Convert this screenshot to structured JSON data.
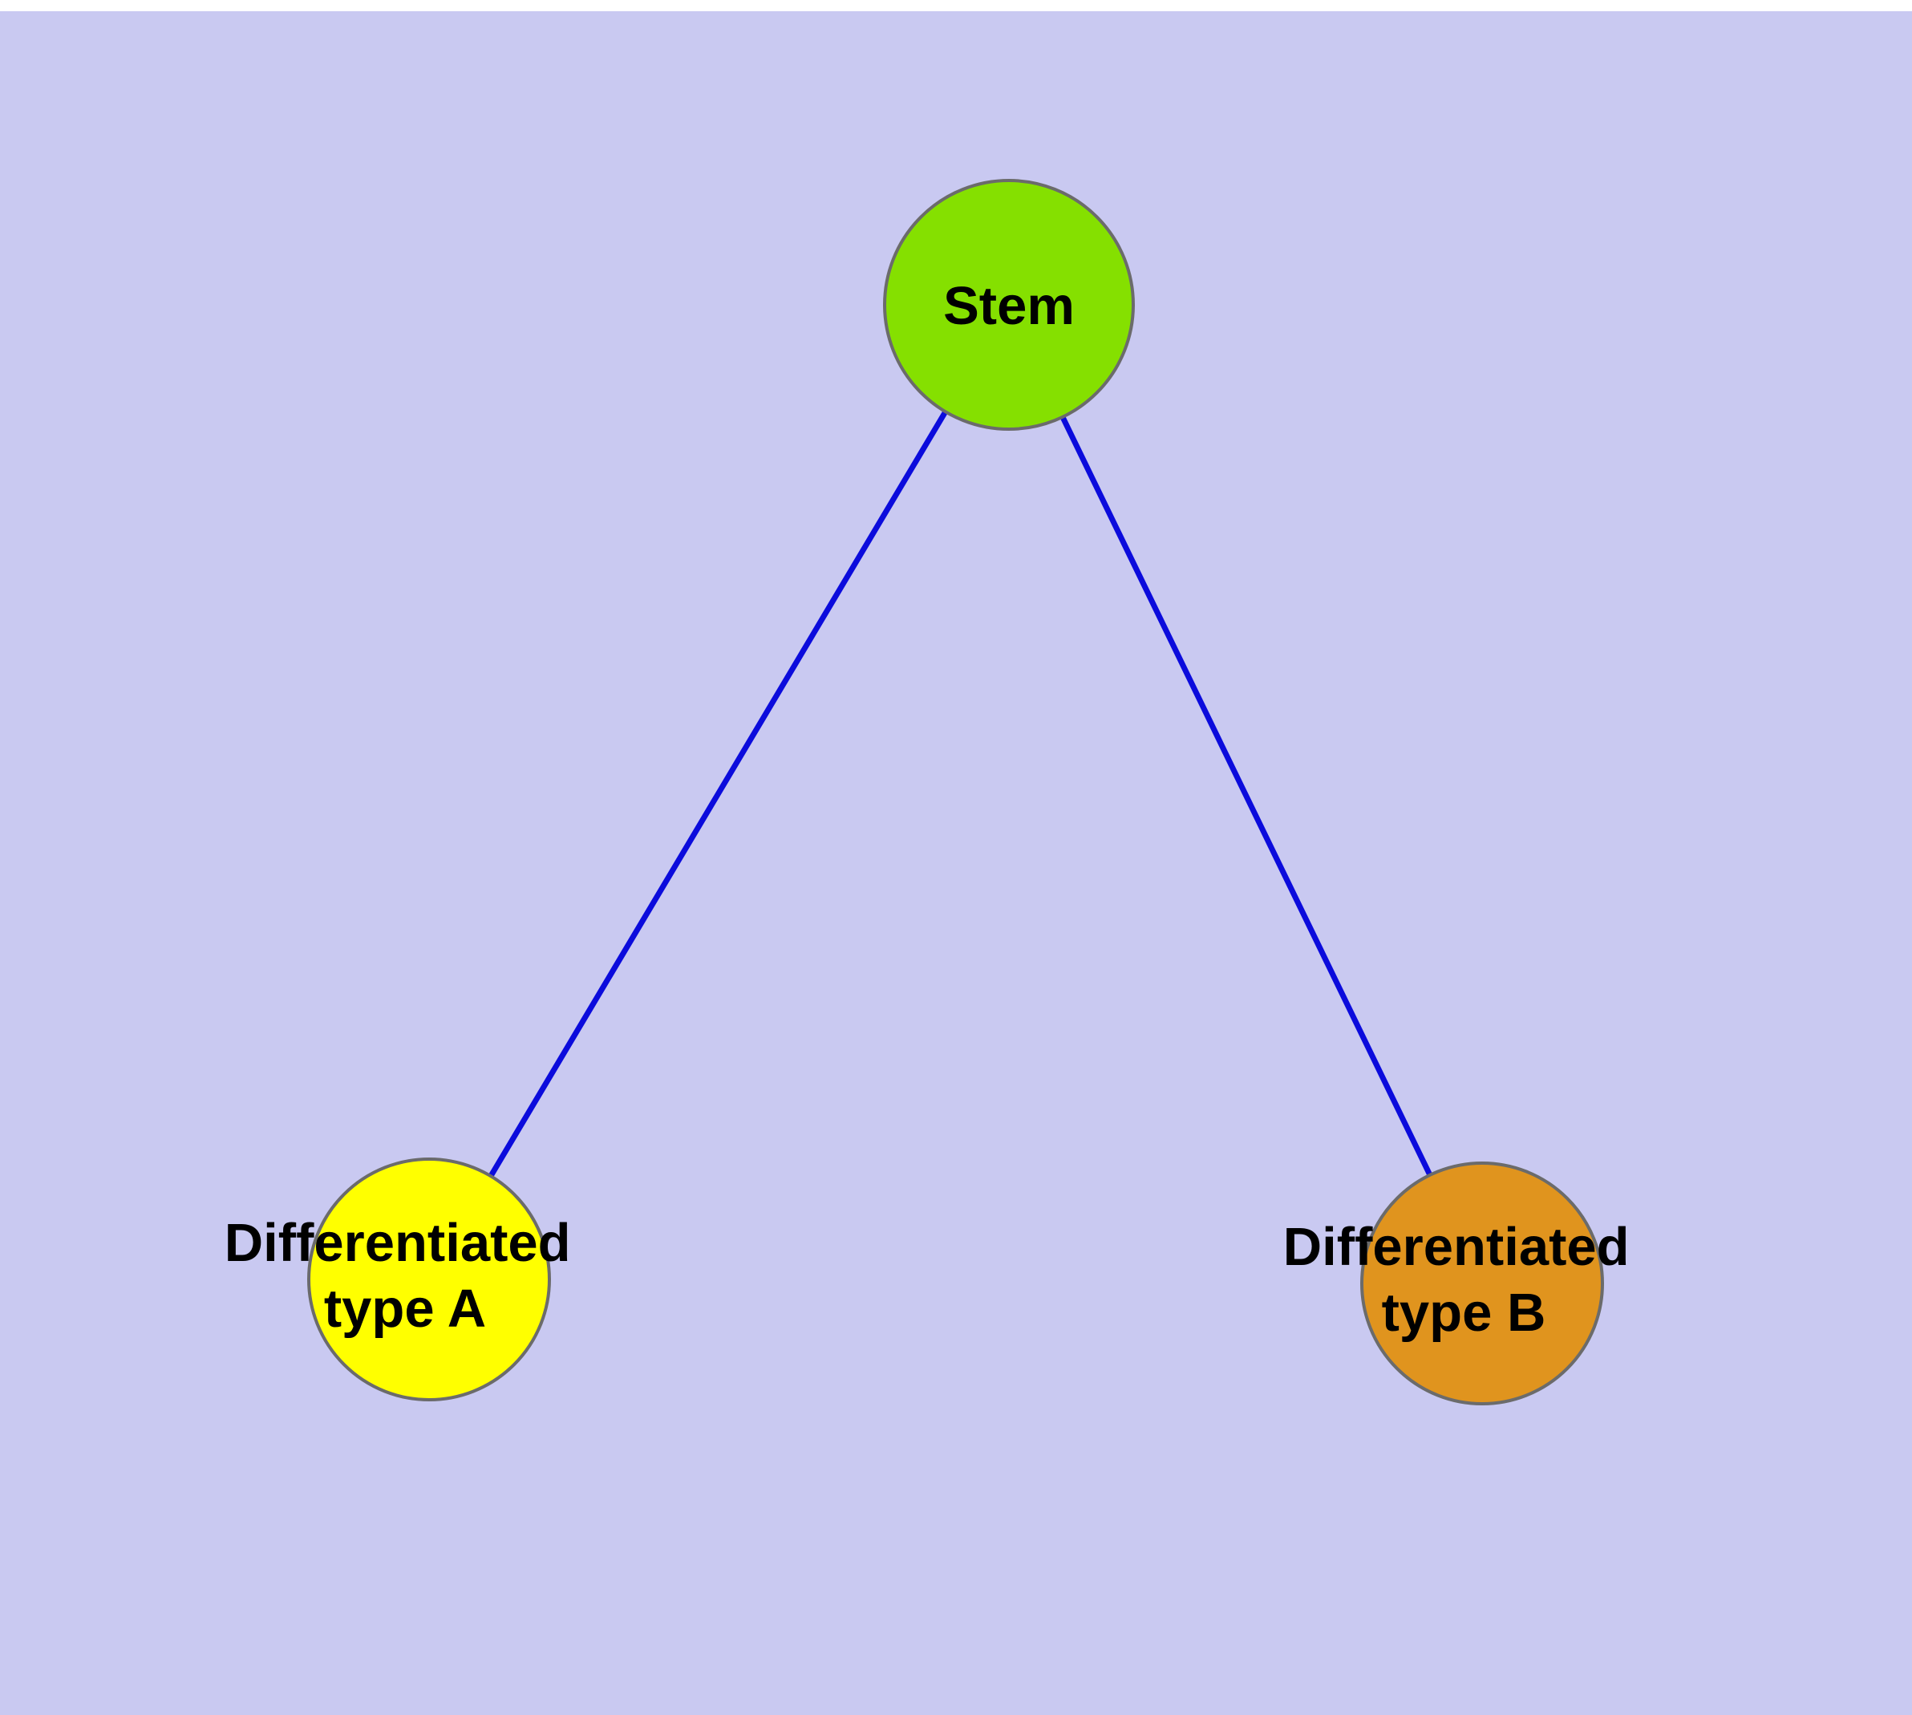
{
  "diagram": {
    "background": {
      "color": "#c9c9f1",
      "top_strip_color": "#ffffff"
    },
    "edge_color": "#0b0bdc",
    "nodes": {
      "stem": {
        "label": "Stem",
        "fill": "#85e000"
      },
      "type_a": {
        "label_line1": "Differentiated",
        "label_line2": "type A",
        "fill": "#ffff00"
      },
      "type_b": {
        "label_line1": "Differentiated",
        "label_line2": "type B",
        "fill": "#e0941e"
      }
    },
    "edges": {
      "stem_to_type_a": "stem → differentiated type A",
      "stem_to_type_b": "stem → differentiated type B"
    }
  }
}
